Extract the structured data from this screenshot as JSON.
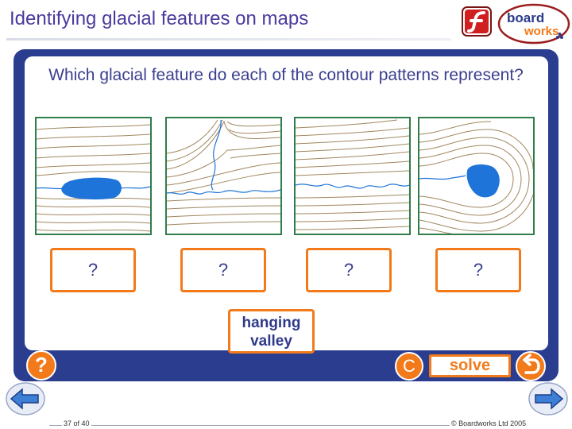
{
  "header": {
    "title": "Identifying glacial features on maps",
    "brand_line1": "board",
    "brand_line2": "works"
  },
  "activity": {
    "question": "Which glacial feature do each of the contour patterns represent?",
    "maps": [
      {
        "name": "map-lake-in-valley"
      },
      {
        "name": "map-tributary-hanging-valley"
      },
      {
        "name": "map-valley-river"
      },
      {
        "name": "map-corrie-lake"
      }
    ],
    "answers": [
      "?",
      "?",
      "?",
      "?"
    ],
    "draggable_label": "hanging valley"
  },
  "controls": {
    "help_label": "?",
    "reset_label": "C",
    "solve_label": "solve"
  },
  "footer": {
    "slide_counter": "37 of 40",
    "copyright": "© Boardworks Ltd 2005"
  },
  "colors": {
    "title": "#4b3a9e",
    "panel": "#2a3d8f",
    "accent": "#f27a1a",
    "map_border": "#2f7d4a",
    "contour": "#a0875f",
    "water": "#1e74d8"
  }
}
